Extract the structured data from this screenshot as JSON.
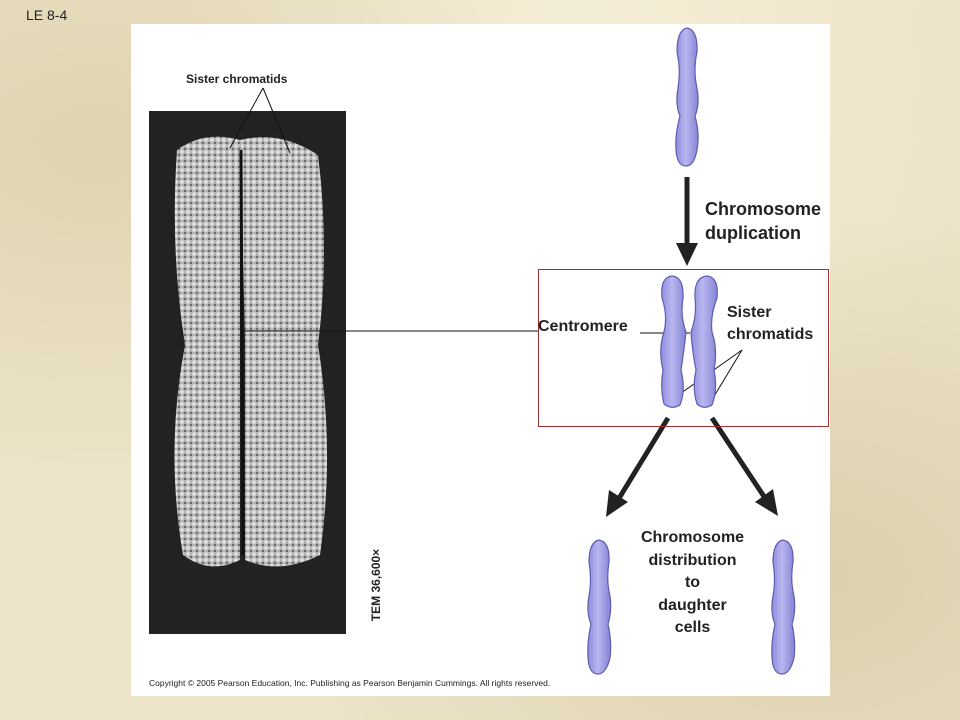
{
  "slide_label": "LE 8-4",
  "labels": {
    "sister_chromatids_top": "Sister chromatids",
    "tem": "TEM 36,600×",
    "chromosome_duplication_line1": "Chromosome",
    "chromosome_duplication_line2": "duplication",
    "centromere": "Centromere",
    "sister_line1": "Sister",
    "sister_line2": "chromatids",
    "distribution_lines": [
      "Chromosome",
      "distribution",
      "to",
      "daughter",
      "cells"
    ]
  },
  "copyright": "Copyright © 2005 Pearson Education, Inc. Publishing as Pearson Benjamin Cummings. All rights reserved.",
  "colors": {
    "chromosome_fill": "#a6a3e6",
    "chromosome_stroke": "#5f5cb0",
    "box_border": "#a0302e",
    "arrow": "#222222"
  }
}
